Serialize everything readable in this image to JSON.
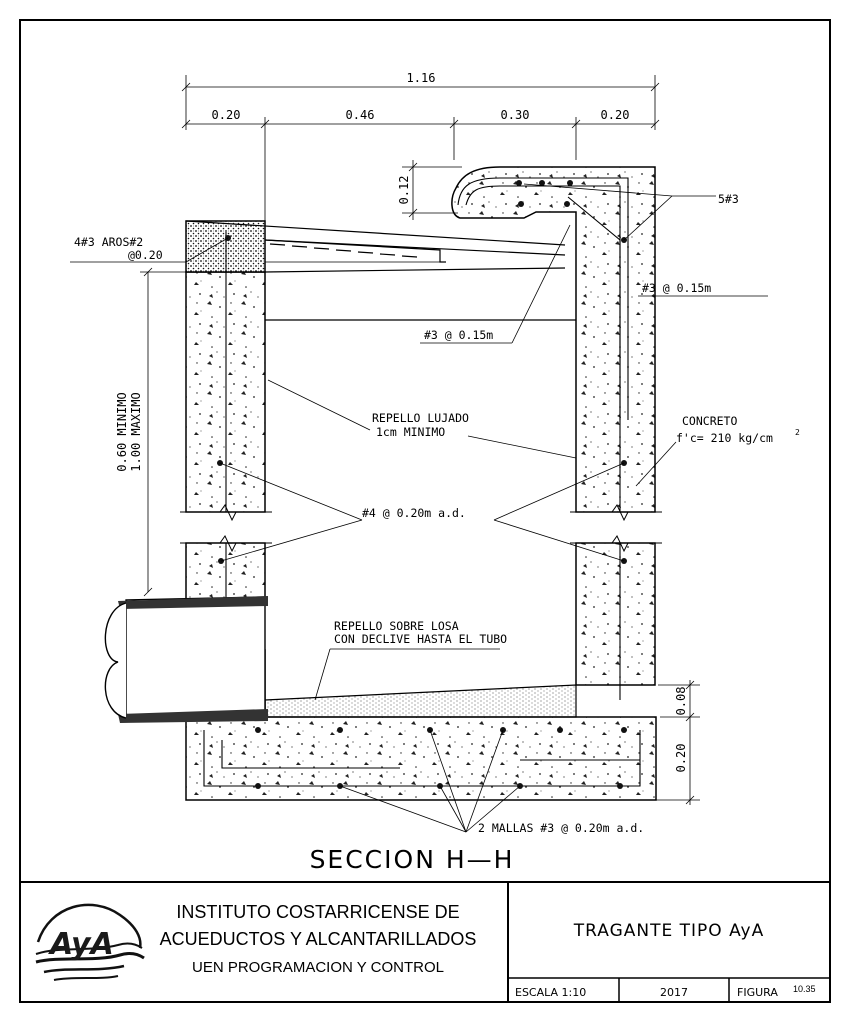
{
  "dimensions": {
    "total_width": "1.16",
    "segments": [
      "0.20",
      "0.46",
      "0.30",
      "0.20"
    ],
    "lip_height": "0.12",
    "wall_height_min": "0.60  MINIMO",
    "wall_height_max": "1.00  MAXIMO",
    "base_fill": "0.08",
    "base_slab": "0.20"
  },
  "annotations": {
    "top_rebar_a": "4#3  AROS#2",
    "top_rebar_b": "@0.20",
    "lip_bars": "5#3",
    "wall_stirrups": "#3 @ 0.15m",
    "mid_stirrups": "#3 @ 0.15m",
    "plaster_a": "REPELLO  LUJADO",
    "plaster_b": "1cm  MINIMO",
    "concrete_a": "CONCRETO",
    "concrete_b": "f'c= 210 kg/cm",
    "concrete_exp": "2",
    "wall_bars": "#4 @ 0.20m  a.d.",
    "slab_fill_a": "REPELLO  SOBRE  LOSA",
    "slab_fill_b": "CON  DECLIVE  HASTA  EL  TUBO",
    "base_mesh": "2  MALLAS  #3 @ 0.20m  a.d."
  },
  "section_title": "SECCION  H—H",
  "title_block": {
    "logo_text": "AyA",
    "institution_line1": "INSTITUTO COSTARRICENSE DE",
    "institution_line2": "ACUEDUCTOS Y ALCANTARILLADOS",
    "institution_line3": "UEN PROGRAMACION Y CONTROL",
    "drawing_title": "TRAGANTE  TIPO  AyA",
    "scale": "ESCALA  1:10",
    "year": "2017",
    "figure_label": "FIGURA",
    "figure_number": "10.35"
  },
  "colors": {
    "ink": "#000000",
    "paper": "#ffffff",
    "concrete_dot": "#222222"
  }
}
